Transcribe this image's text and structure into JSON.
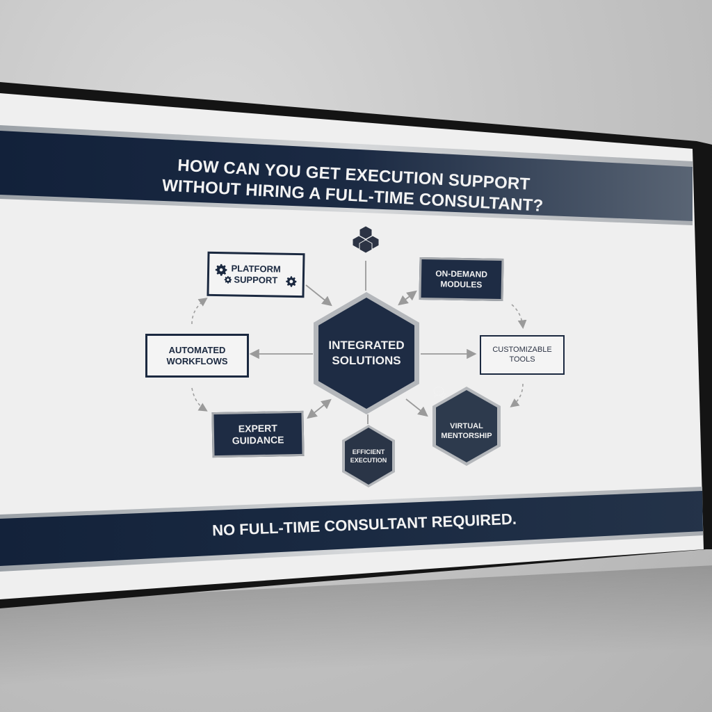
{
  "display": {
    "title_lines": [
      "HOW CAN YOU GET EXECUTION SUPPORT",
      "WITHOUT HIRING A FULL-TIME CONSULTANT?"
    ],
    "footer": "NO FULL-TIME CONSULTANT REQUIRED."
  },
  "colors": {
    "navy": "#1e2c44",
    "band_navy": "#12213a",
    "silver": "#a6a9ad",
    "screen_bg": "#efefef",
    "bezel": "#141414",
    "wall": "#c6c6c6"
  },
  "diagram": {
    "center": {
      "lines": [
        "INTEGRATED",
        "SOLUTIONS"
      ],
      "shape": "hexagon"
    },
    "top_icon": "blocks-icon",
    "nodes": [
      {
        "id": "platform-support",
        "lines": [
          "PLATFORM",
          "SUPPORT"
        ],
        "style": "light",
        "icon": "gear-icon"
      },
      {
        "id": "on-demand-modules",
        "lines": [
          "ON-DEMAND",
          "MODULES"
        ],
        "style": "dark"
      },
      {
        "id": "automated-workflows",
        "lines": [
          "AUTOMATED",
          "WORKFLOWS"
        ],
        "style": "light"
      },
      {
        "id": "customizable-tools",
        "lines": [
          "CUSTOMIZABLE",
          "TOOLS"
        ],
        "style": "light"
      },
      {
        "id": "expert-guidance",
        "lines": [
          "EXPERT",
          "GUIDANCE"
        ],
        "style": "dark"
      },
      {
        "id": "efficient-execution",
        "lines": [
          "EFFICIENT",
          "EXECUTION"
        ],
        "style": "hexagon"
      },
      {
        "id": "virtual-mentorship",
        "lines": [
          "VIRTUAL",
          "MENTORSHIP"
        ],
        "style": "hexagon",
        "icon": "chat-bubbles-icon"
      }
    ]
  }
}
